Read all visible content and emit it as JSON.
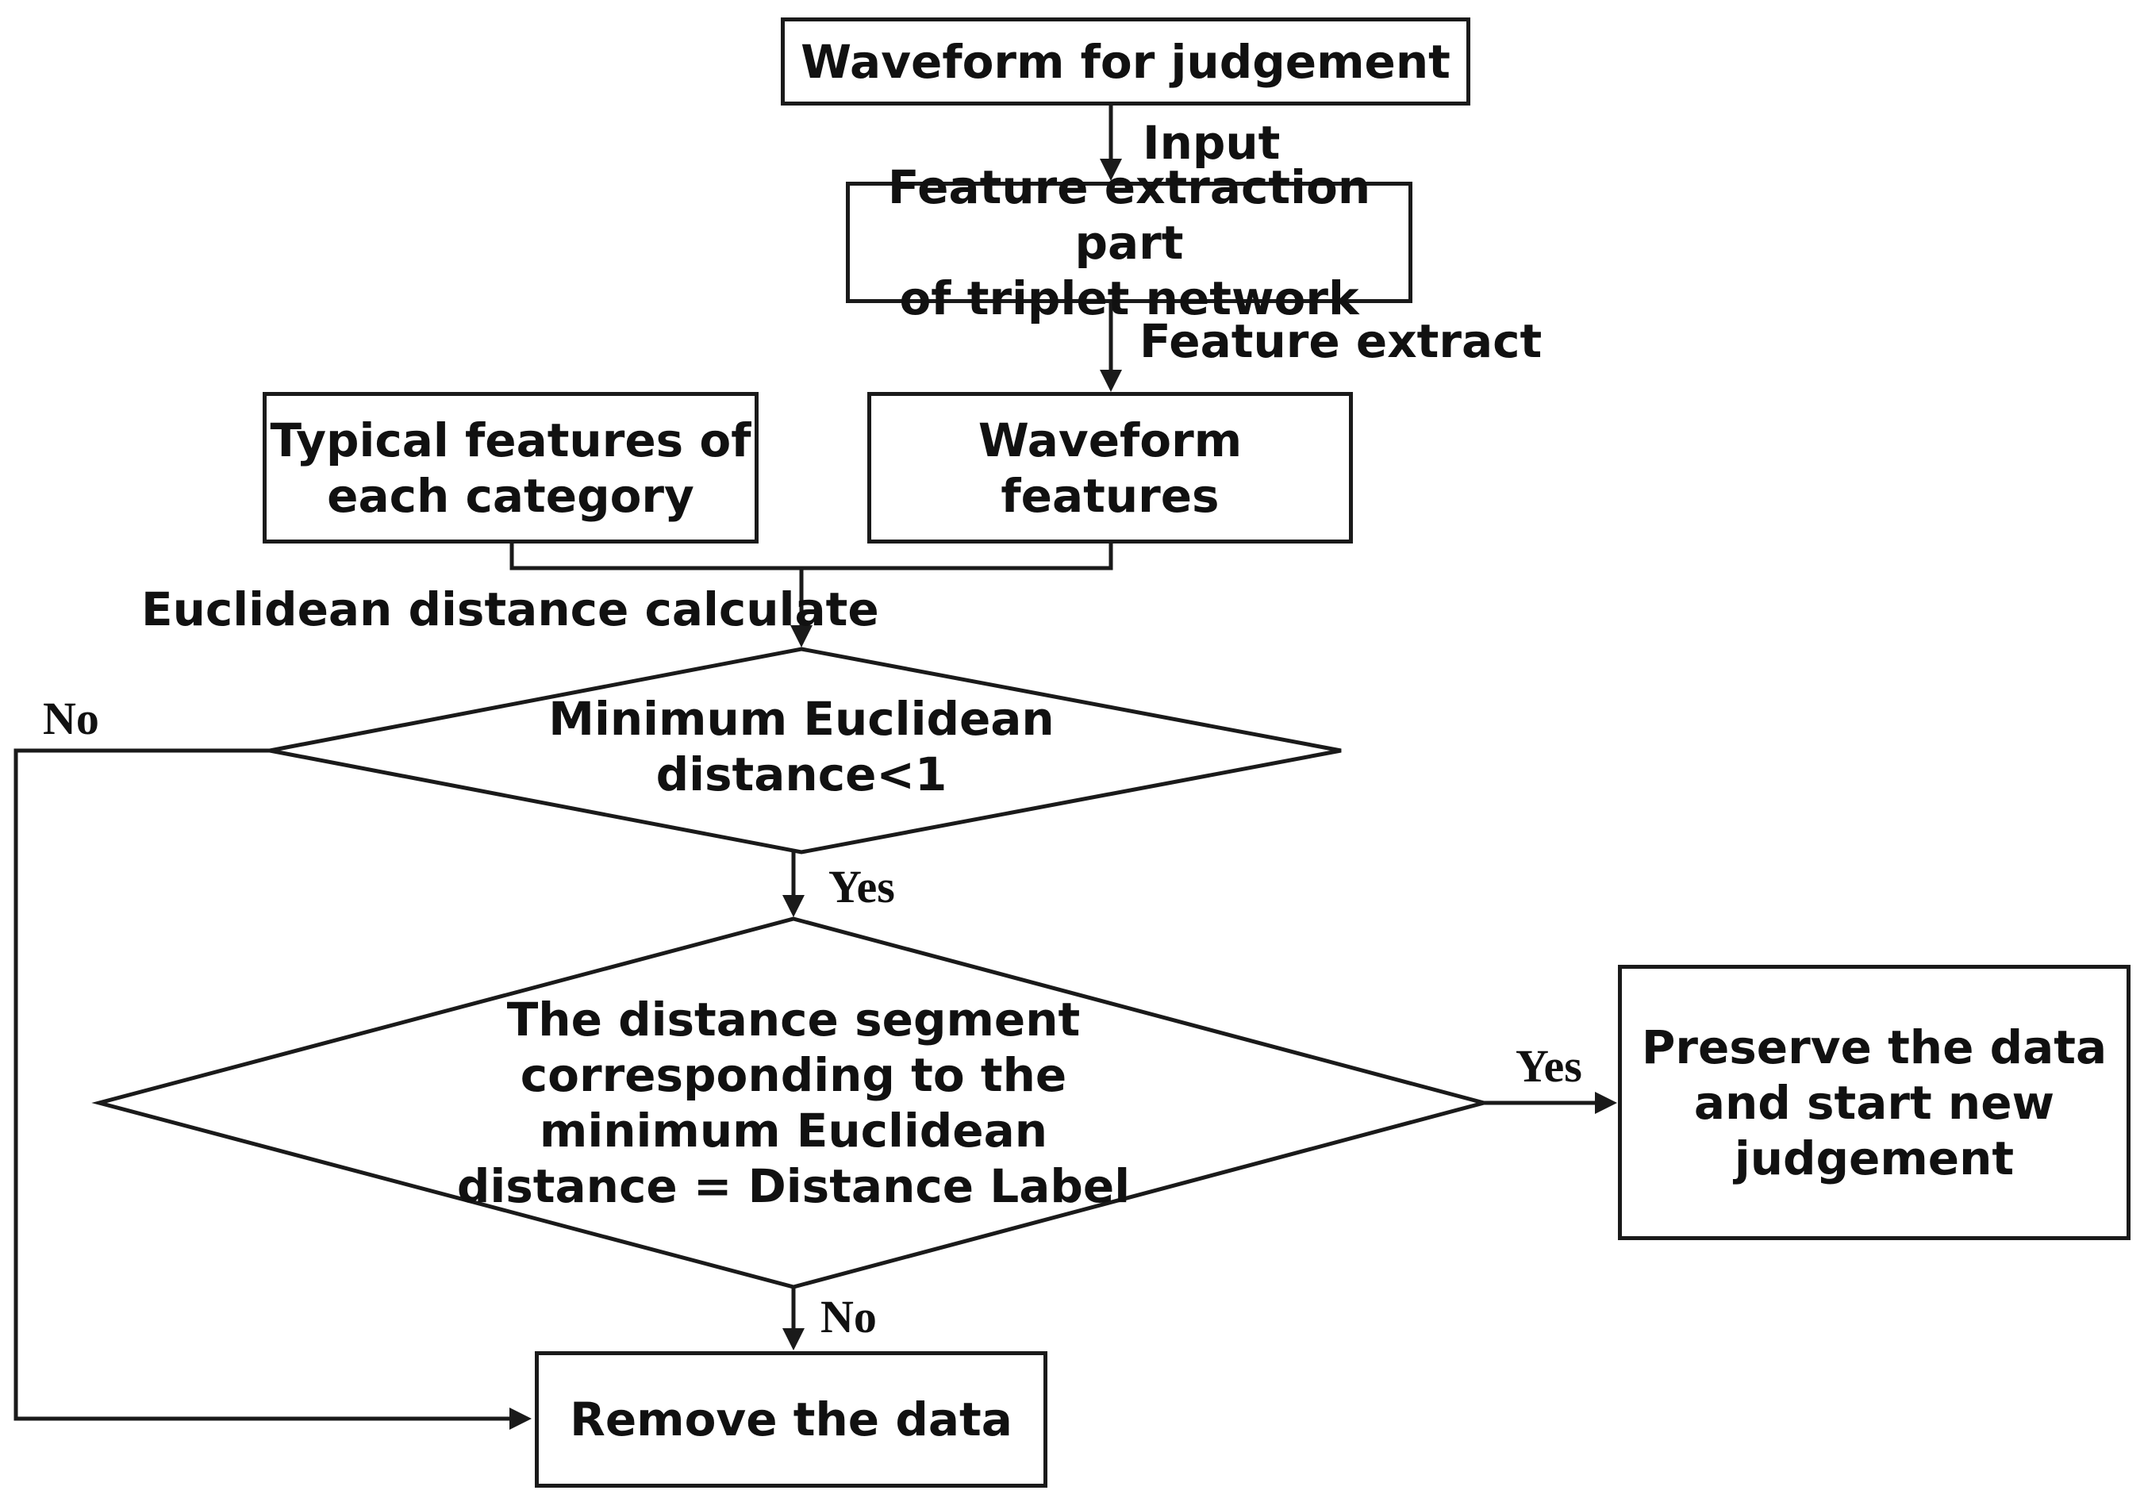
{
  "nodes": {
    "waveform_input": "Waveform for judgement",
    "feature_extraction": "Feature extraction part\nof triplet network",
    "typical_features": "Typical features of\neach category",
    "waveform_features": "Waveform features",
    "decision_min_distance": "Minimum Euclidean\ndistance<1",
    "decision_segment": "The distance segment\ncorresponding to the\nminimum Euclidean\ndistance = Distance Label",
    "preserve": "Preserve the data\nand start new\njudgement",
    "remove": "Remove the data"
  },
  "edges": {
    "input": "Input",
    "feature_extract": "Feature extract",
    "euclidean_calc": "Euclidean distance calculate",
    "no_left": "No",
    "yes_down": "Yes",
    "yes_right": "Yes",
    "no_down": "No"
  }
}
